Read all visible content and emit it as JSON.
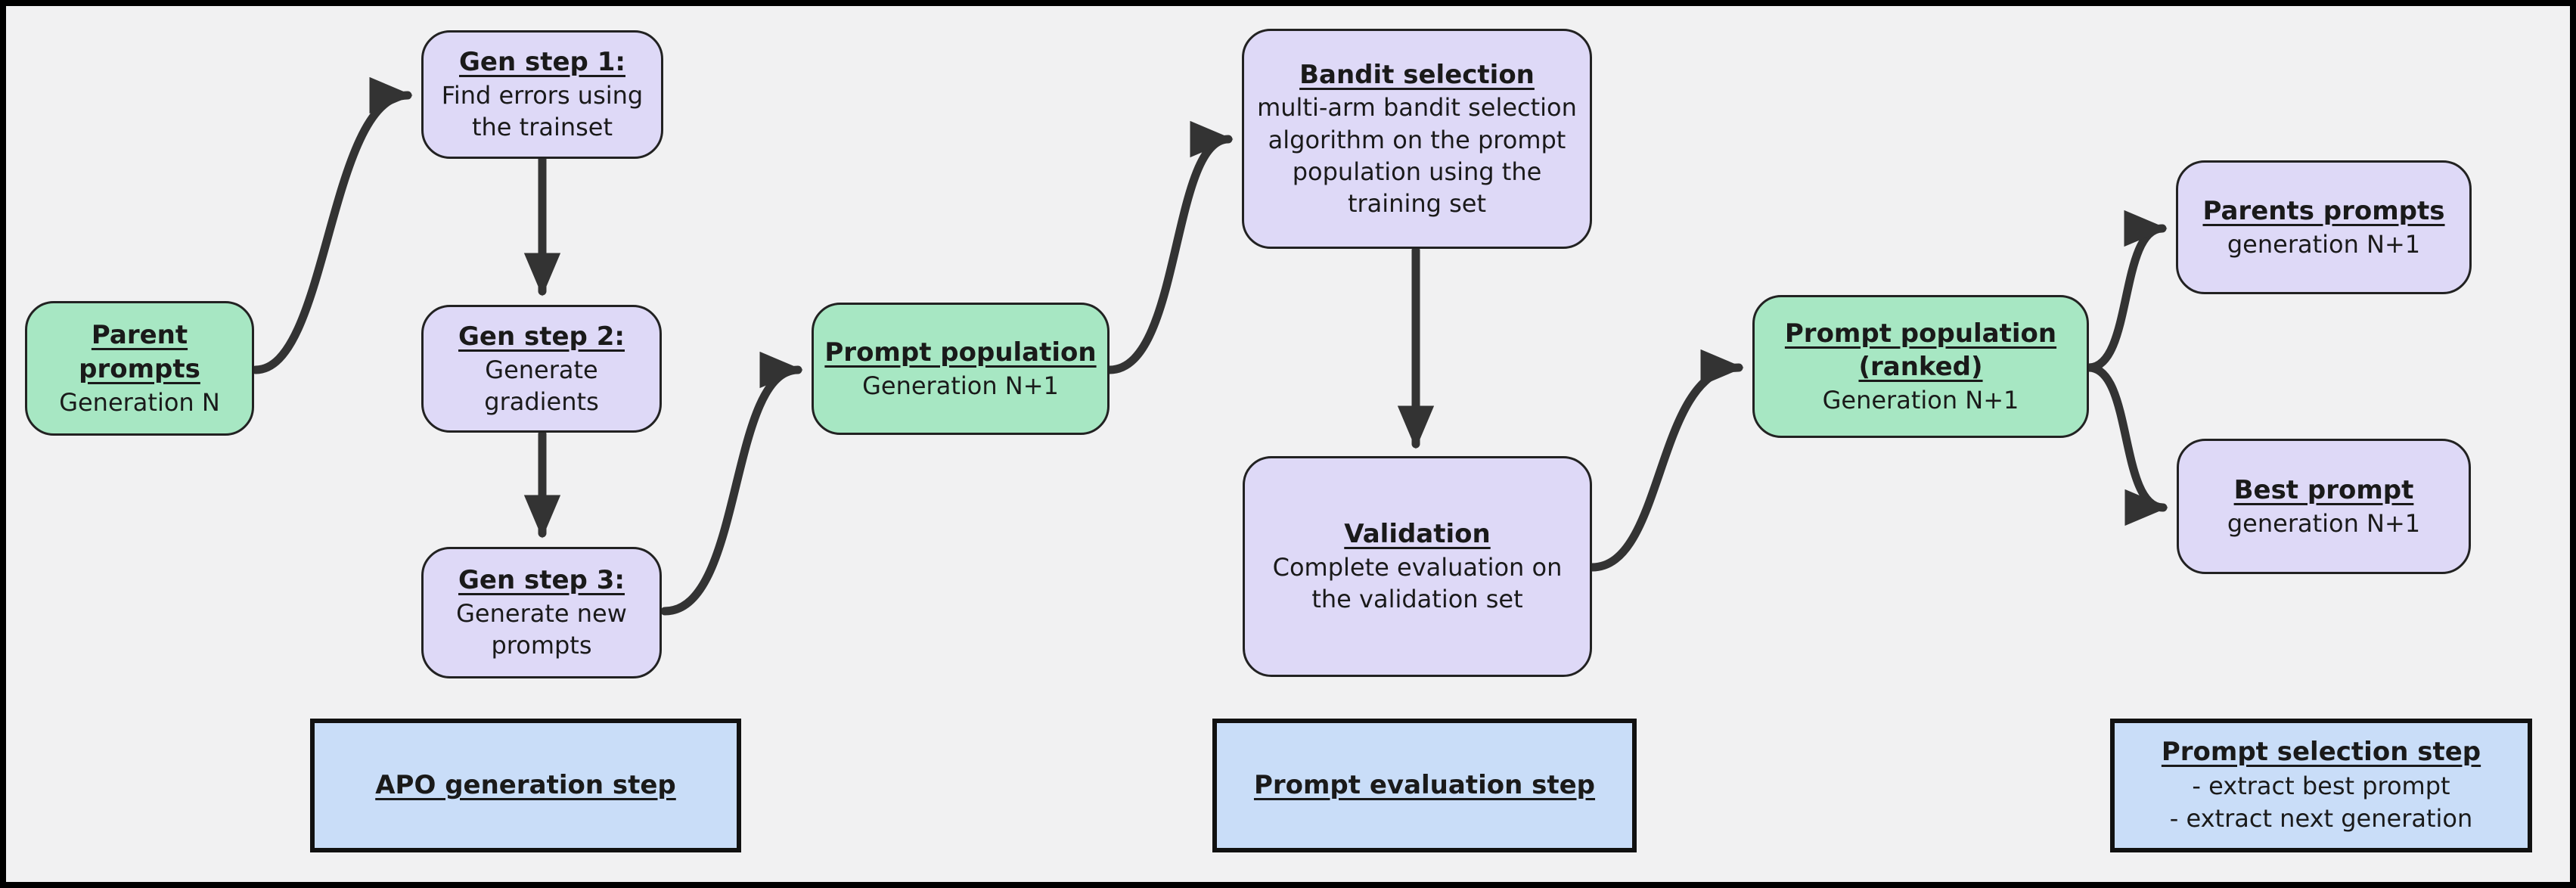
{
  "diagram": {
    "background": "#f1f1f2",
    "frame_color": "#000000",
    "description": "APO prompt optimization flowchart"
  },
  "colors": {
    "green_node": "#a7e7c3",
    "purple_node": "#ded9f7",
    "blue_label": "#c9ddf8",
    "arrow": "#333333",
    "text": "#1a1a1a"
  },
  "nodes": [
    {
      "id": "parent-prompts",
      "title": "Parent prompts",
      "body": "Generation N"
    },
    {
      "id": "gen-step-1",
      "title": "Gen step 1:",
      "body": "Find errors using\nthe trainset"
    },
    {
      "id": "gen-step-2",
      "title": "Gen step 2:",
      "body": "Generate\ngradients"
    },
    {
      "id": "gen-step-3",
      "title": "Gen step 3:",
      "body": "Generate new\nprompts"
    },
    {
      "id": "prompt-population",
      "title": "Prompt population",
      "body": "Generation N+1"
    },
    {
      "id": "bandit-selection",
      "title": "Bandit selection",
      "body": "multi-arm bandit selection\nalgorithm on the prompt\npopulation using the\ntraining set"
    },
    {
      "id": "validation",
      "title": "Validation",
      "body": "Complete evaluation on\nthe validation set"
    },
    {
      "id": "prompt-population-ranked",
      "title": "Prompt population\n(ranked)",
      "body": "Generation N+1"
    },
    {
      "id": "parents-prompts",
      "title": "Parents prompts",
      "body": "generation N+1"
    },
    {
      "id": "best-prompt",
      "title": "Best prompt",
      "body": "generation N+1"
    }
  ],
  "step_labels": [
    {
      "id": "apo-generation-step",
      "title": "APO generation step",
      "details": ""
    },
    {
      "id": "prompt-evaluation-step",
      "title": "Prompt evaluation step",
      "details": ""
    },
    {
      "id": "prompt-selection-step",
      "title": "Prompt selection step",
      "details": "- extract best prompt\n- extract next generation"
    }
  ],
  "edges": [
    {
      "from": "parent-prompts",
      "to": "gen-step-1"
    },
    {
      "from": "gen-step-1",
      "to": "gen-step-2"
    },
    {
      "from": "gen-step-2",
      "to": "gen-step-3"
    },
    {
      "from": "gen-step-3",
      "to": "prompt-population"
    },
    {
      "from": "prompt-population",
      "to": "bandit-selection"
    },
    {
      "from": "bandit-selection",
      "to": "validation"
    },
    {
      "from": "validation",
      "to": "prompt-population-ranked"
    },
    {
      "from": "prompt-population-ranked",
      "to": "parents-prompts"
    },
    {
      "from": "prompt-population-ranked",
      "to": "best-prompt"
    }
  ]
}
